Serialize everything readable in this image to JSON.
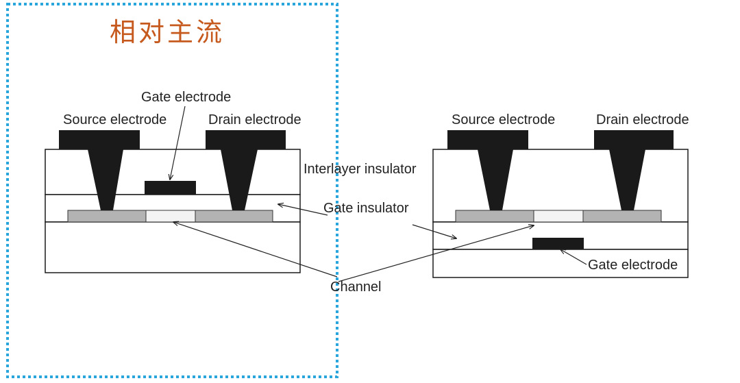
{
  "title": "相对主流",
  "colors": {
    "title": "#c65a1e",
    "dotted_frame": "#2aa6dc",
    "electrode": "#1a1a1a",
    "semiconductor": "#b3b3b3",
    "channel": "#f3f3f3",
    "outline": "#1a1a1a"
  },
  "left_structure": {
    "gate_label": "Gate electrode",
    "source_label": "Source electrode",
    "drain_label": "Drain electrode"
  },
  "right_structure": {
    "source_label": "Source electrode",
    "drain_label": "Drain electrode",
    "gate_label": "Gate electrode"
  },
  "shared_labels": {
    "interlayer": "Interlayer insulator",
    "gate_insulator": "Gate insulator",
    "channel": "Channel"
  }
}
